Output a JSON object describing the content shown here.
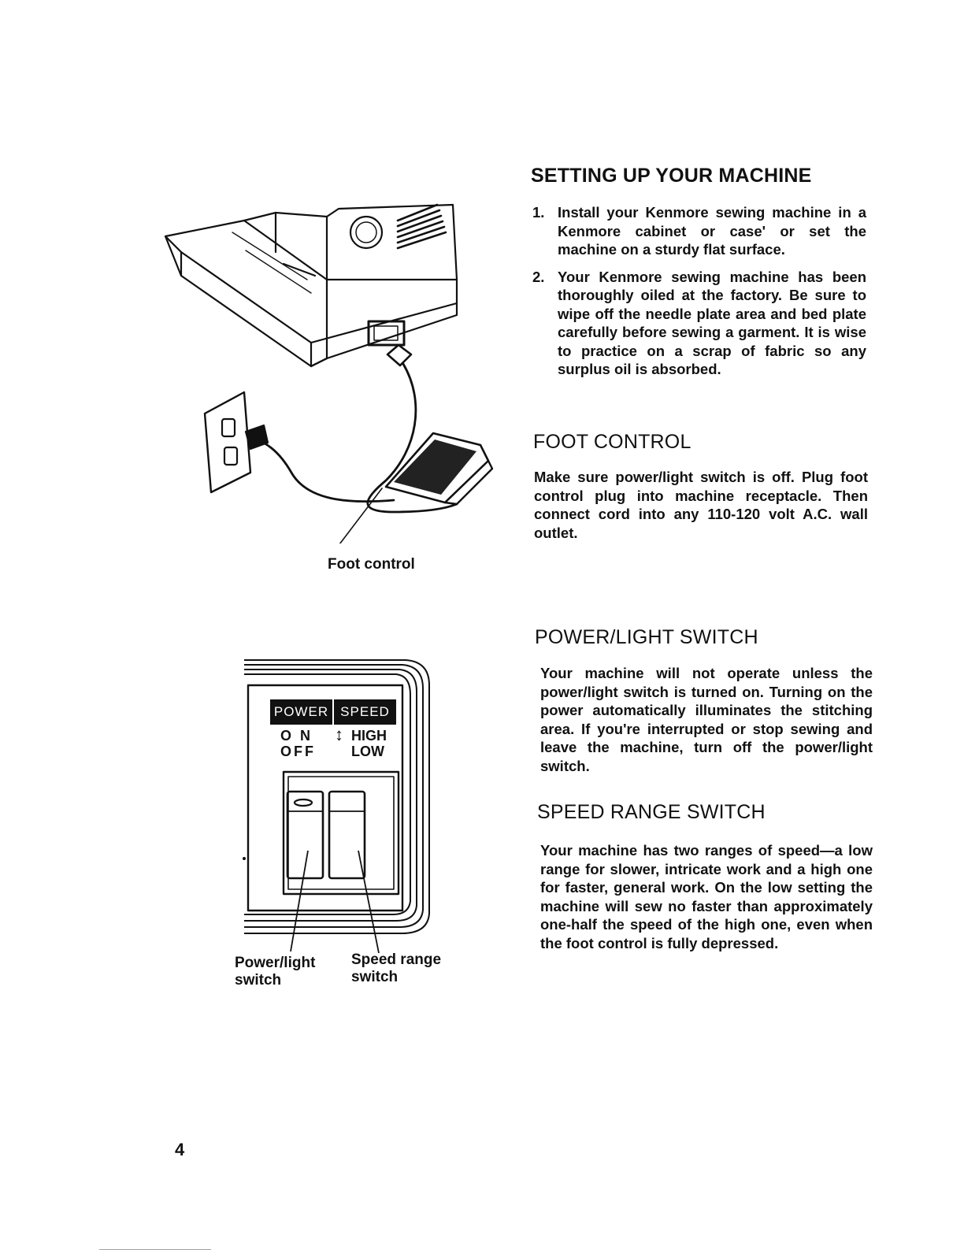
{
  "figures": {
    "foot_control": {
      "caption": "Foot control"
    },
    "switch_panel": {
      "label_power": "POWER",
      "label_speed": "SPEED",
      "on": "O N",
      "off": "OFF",
      "high": "HIGH",
      "low": "LOW",
      "caption_power": [
        "Power/light",
        "switch"
      ],
      "caption_speed": [
        "Speed range",
        "switch"
      ]
    }
  },
  "sections": {
    "setup": {
      "title": "SETTING UP YOUR MACHINE",
      "steps": [
        {
          "num": "1.",
          "text": "Install your Kenmore sewing machine in a Kenmore cabinet or case' or set the machine on a sturdy flat surface."
        },
        {
          "num": "2.",
          "text": "Your Kenmore sewing machine has been thoroughly oiled at the factory. Be sure to wipe off the needle plate area and bed plate carefully before sewing a garment. It is wise to practice on a scrap of fabric so any surplus oil is absorbed."
        }
      ]
    },
    "foot": {
      "title": "FOOT CONTROL",
      "text": "Make sure power/light switch is off. Plug foot control plug into machine receptacle. Then connect cord into any 110-120 volt A.C. wall outlet."
    },
    "power": {
      "title": "POWER/LIGHT SWITCH",
      "text": "Your machine will not operate unless the power/light switch is turned on. Turning on the power automatically illuminates the stitching area. If you're interrupted or stop sewing and leave the machine, turn off the power/light switch."
    },
    "speed": {
      "title": "SPEED RANGE SWITCH",
      "text": "Your machine has two ranges of speed—a low range for slower, intricate work and a high one for faster, general work. On the low setting the machine will sew no faster than approximately one-half the speed of the high one, even when the foot control is fully depressed."
    }
  },
  "page_number": "4"
}
